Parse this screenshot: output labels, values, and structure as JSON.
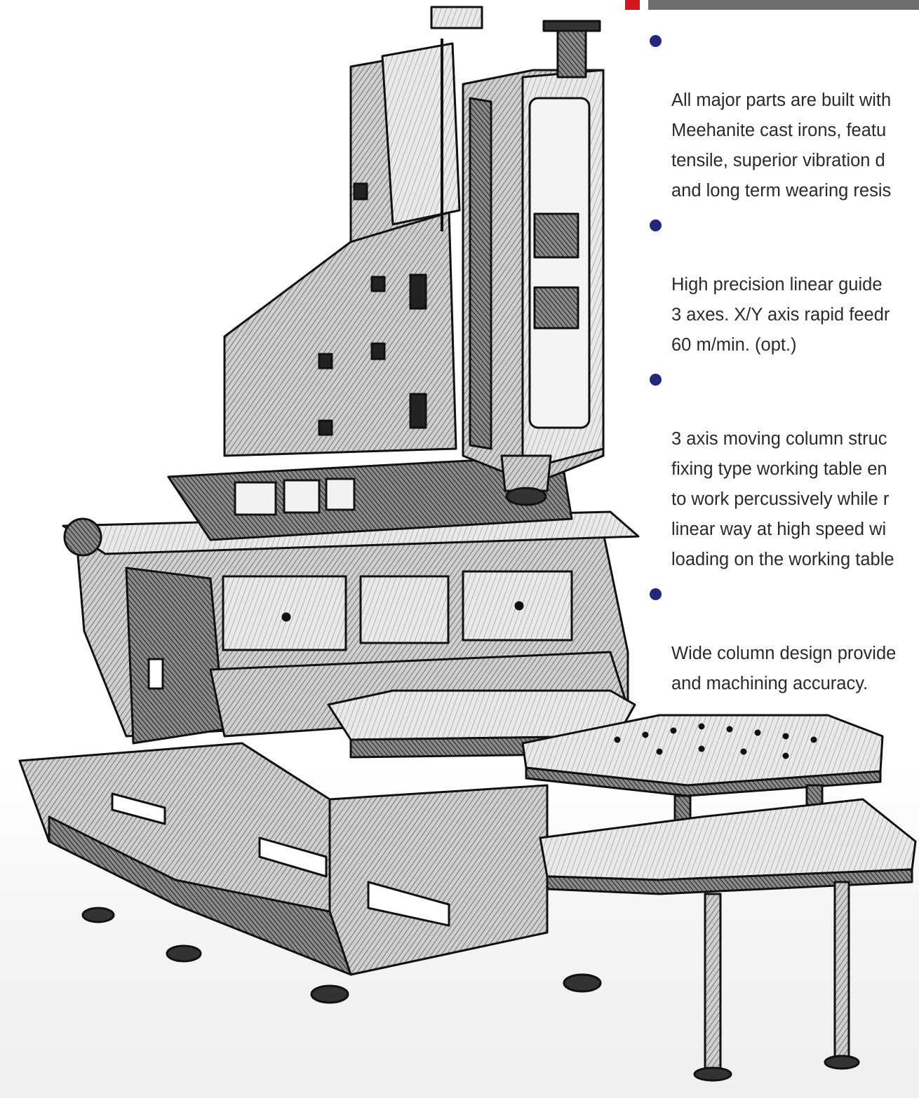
{
  "features": {
    "items": [
      {
        "text": "All major parts are built with\nMeehanite cast irons, featu\ntensile, superior vibration d\nand long term wearing resis"
      },
      {
        "text": "High precision linear guide \n3 axes. X/Y axis rapid feedr\n60 m/min. (opt.)"
      },
      {
        "text": "3 axis moving column struc\nfixing type working table en\nto work percussively while r\nlinear way at high speed wi\nloading on the working table"
      },
      {
        "text": "Wide column design provide\nand machining accuracy."
      }
    ]
  },
  "colors": {
    "accent_red": "#d2161e",
    "header_bar": "#6f6f6f",
    "bullet": "#25267e",
    "text": "#2a2a2a"
  },
  "icons": {
    "bullet": "filled-circle",
    "illustration": "vertical-machining-center-sketch"
  }
}
